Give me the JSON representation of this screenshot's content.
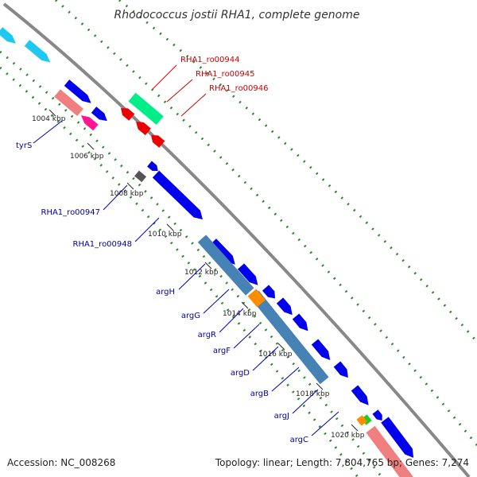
{
  "title": "Rhodococcus jostii RHA1, complete genome",
  "accession": "Accession: NC_008268",
  "summary": "Topology: linear; Length: 7,804,765 bp; Genes: 7,274",
  "colors": {
    "backbone": "#888888",
    "forward": "#0000ee",
    "reverse": "#ee0000",
    "label_blue": "#0000aa",
    "label_red": "#cc0000",
    "rrna_steel": "#4682b4",
    "pink": "#f08080",
    "magenta": "#ff1493",
    "teal": "#00ee88",
    "orange": "#ff8c00",
    "green": "#22cc22",
    "grey": "#555555",
    "cyan": "#1ec8f0",
    "dots": "#2a8a2a"
  },
  "ticks": [
    {
      "label": "1004 kbp"
    },
    {
      "label": "1006 kbp"
    },
    {
      "label": "1008 kbp"
    },
    {
      "label": "1010 kbp"
    },
    {
      "label": "1012 kbp"
    },
    {
      "label": "1014 kbp"
    },
    {
      "label": "1016 kbp"
    },
    {
      "label": "1018 kbp"
    },
    {
      "label": "1020 kbp"
    }
  ],
  "gene_labels": [
    {
      "name": "RHA1_ro00944",
      "color": "red"
    },
    {
      "name": "RHA1_ro00945",
      "color": "red"
    },
    {
      "name": "RHA1_ro00946",
      "color": "red"
    },
    {
      "name": "tyrS",
      "color": "blue"
    },
    {
      "name": "RHA1_ro00947",
      "color": "blue"
    },
    {
      "name": "RHA1_ro00948",
      "color": "blue"
    },
    {
      "name": "argH",
      "color": "blue"
    },
    {
      "name": "argG",
      "color": "blue"
    },
    {
      "name": "argR",
      "color": "blue"
    },
    {
      "name": "argF",
      "color": "blue"
    },
    {
      "name": "argD",
      "color": "blue"
    },
    {
      "name": "argB",
      "color": "blue"
    },
    {
      "name": "argJ",
      "color": "blue"
    },
    {
      "name": "argC",
      "color": "blue"
    }
  ]
}
